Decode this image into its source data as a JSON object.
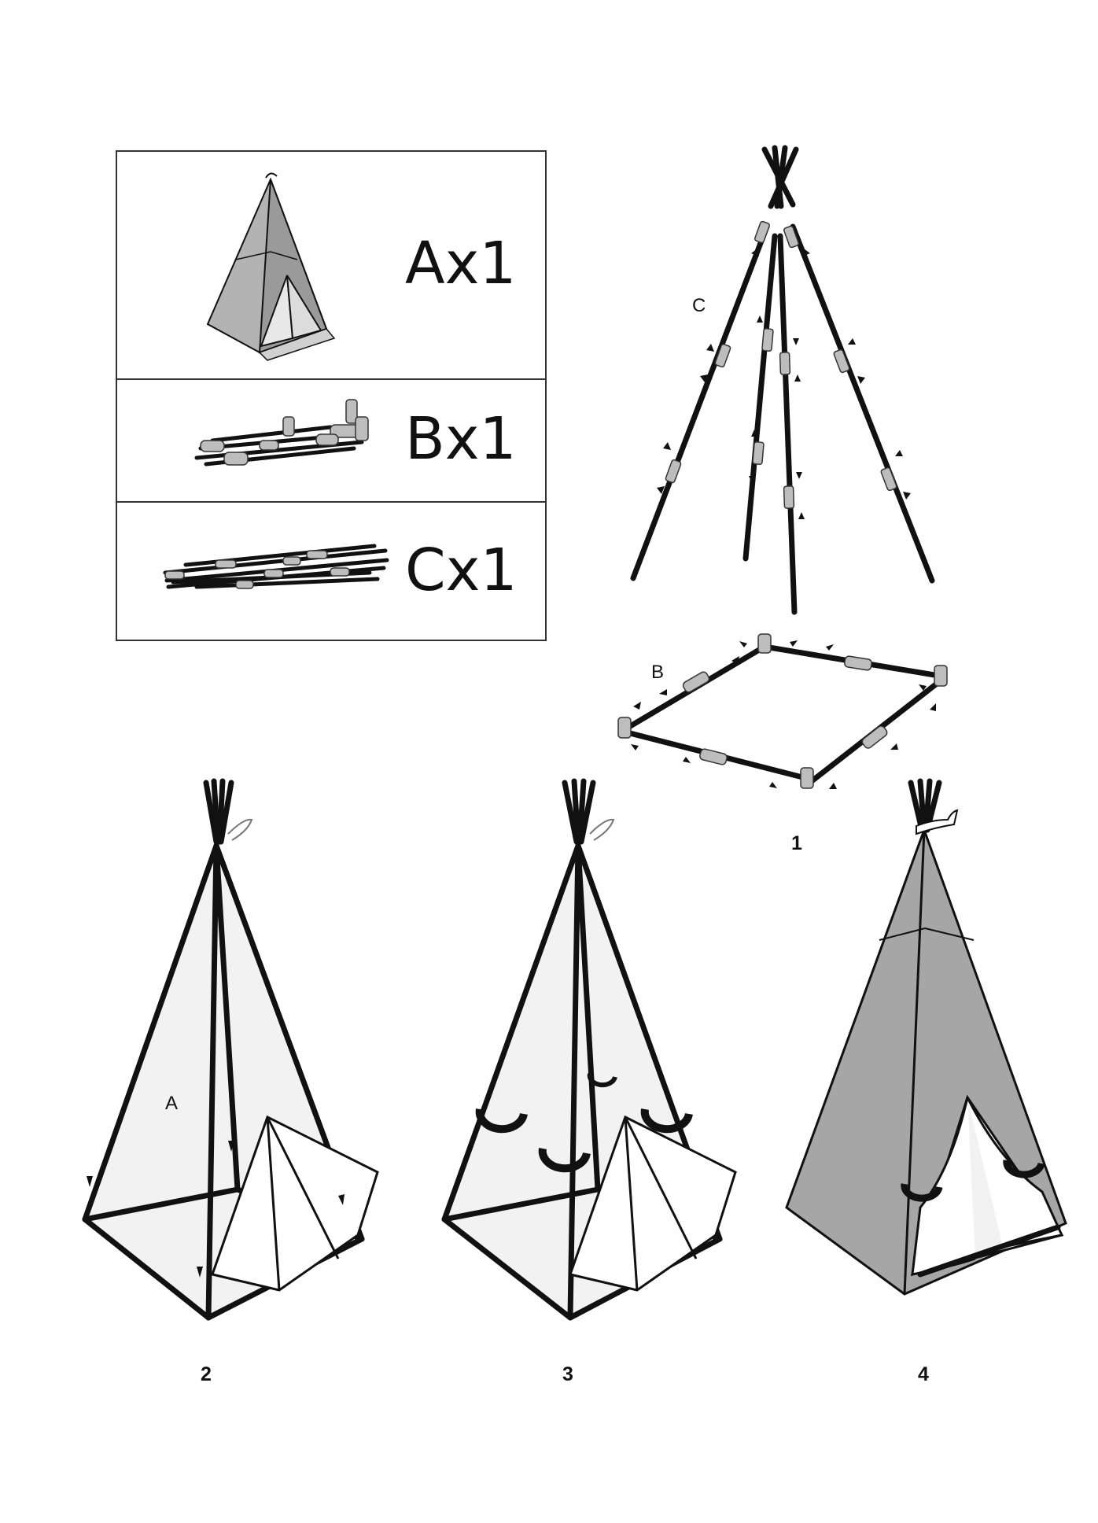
{
  "parts": [
    {
      "id": "A",
      "label": "Ax1"
    },
    {
      "id": "B",
      "label": "Bx1"
    },
    {
      "id": "C",
      "label": "Cx1"
    }
  ],
  "callouts": {
    "poles": "C",
    "base_frame": "B",
    "cover": "A"
  },
  "steps": [
    "1",
    "2",
    "3",
    "4"
  ]
}
